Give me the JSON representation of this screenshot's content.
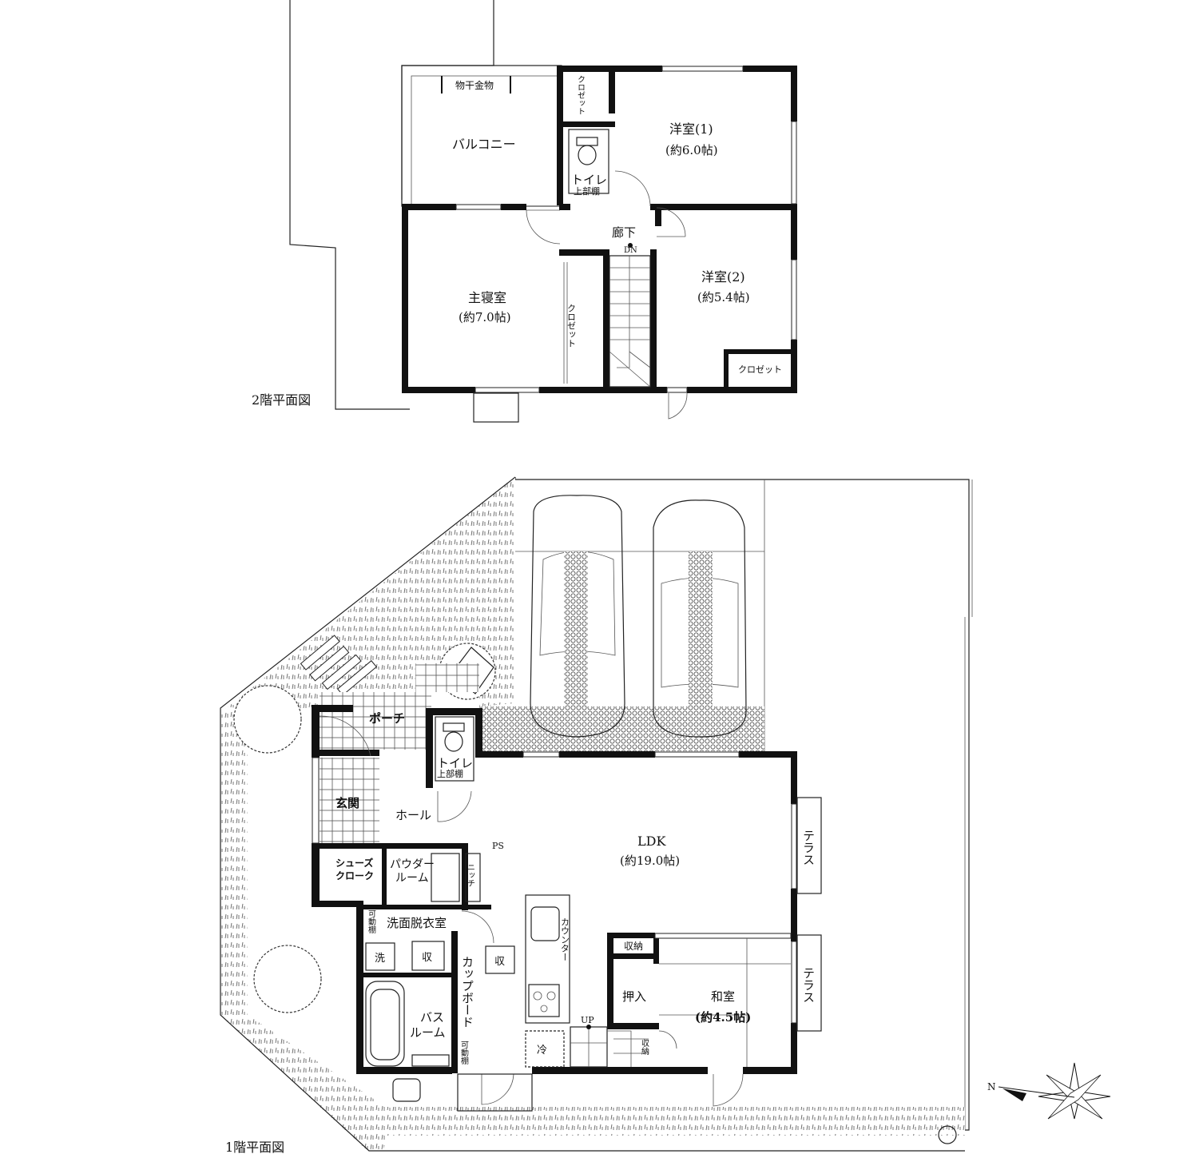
{
  "floor2": {
    "caption": "2階平面図",
    "balcony": "バルコニー",
    "drying_rack": "物干金物",
    "closet_top": "クロゼット",
    "toilet": "トイレ",
    "toilet_shelf": "上部棚",
    "hall": "廊下",
    "stairs_dn": "DN",
    "room1_name": "洋室(1)",
    "room1_size": "(約6.0帖)",
    "room2_name": "洋室(2)",
    "room2_size": "(約5.4帖)",
    "master_name": "主寝室",
    "master_size": "(約7.0帖)",
    "closet_master": "クロゼット",
    "closet_room2": "クロゼット"
  },
  "floor1": {
    "caption": "1階平面図",
    "porch": "ポーチ",
    "toilet": "トイレ",
    "toilet_shelf": "上部棚",
    "entrance": "玄関",
    "hall": "ホール",
    "ps": "PS",
    "shoe_cloak_1": "シューズ",
    "shoe_cloak_2": "クローク",
    "powder_1": "パウダー",
    "powder_2": "ルーム",
    "niche": "ニッチ",
    "adjustable_shelf_1": "可動棚",
    "adjustable_shelf_2": "可動棚",
    "washroom": "洗面脱衣室",
    "washer": "洗",
    "storage_mark_1": "収",
    "storage_mark_2": "収",
    "cupboard": "カップボード",
    "counter": "カウンター",
    "fridge": "冷",
    "bath_1": "バス",
    "bath_2": "ルーム",
    "ldk_name": "LDK",
    "ldk_size": "(約19.0帖)",
    "terrace_1": "テラス",
    "terrace_2": "テラス",
    "storage_1": "収納",
    "storage_2": "収納",
    "oshiire": "押入",
    "washitsu_name": "和室",
    "washitsu_size": "(約4.5帖)",
    "stairs_up": "UP",
    "compass": "N"
  }
}
